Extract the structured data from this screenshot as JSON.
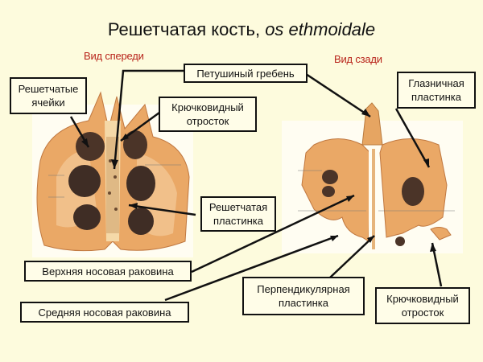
{
  "title": {
    "main": "Решетчатая кость,",
    "latin": "os ethmoidale"
  },
  "views": {
    "front": "Вид спереди",
    "back": "Вид сзади"
  },
  "labels": {
    "ethmoid_cells": [
      "Решетчатые",
      "ячейки"
    ],
    "crista_galli": "Петушиный гребень",
    "uncinate_front": [
      "Крючковидный",
      "отросток"
    ],
    "orbital_plate": [
      "Глазничная",
      "пластинка"
    ],
    "cribriform_plate": [
      "Решетчатая",
      "пластинка"
    ],
    "superior_concha": "Верхняя носовая раковина",
    "middle_concha": "Средняя носовая раковина",
    "perpendicular_plate": [
      "Перпендикулярная",
      "пластинка"
    ],
    "uncinate_back": [
      "Крючковидный",
      "отросток"
    ]
  },
  "colors": {
    "background": "#fdfbdd",
    "view_label": "#b8231a",
    "bone": "#e8a860",
    "bone_dark": "#5a3a2a"
  }
}
